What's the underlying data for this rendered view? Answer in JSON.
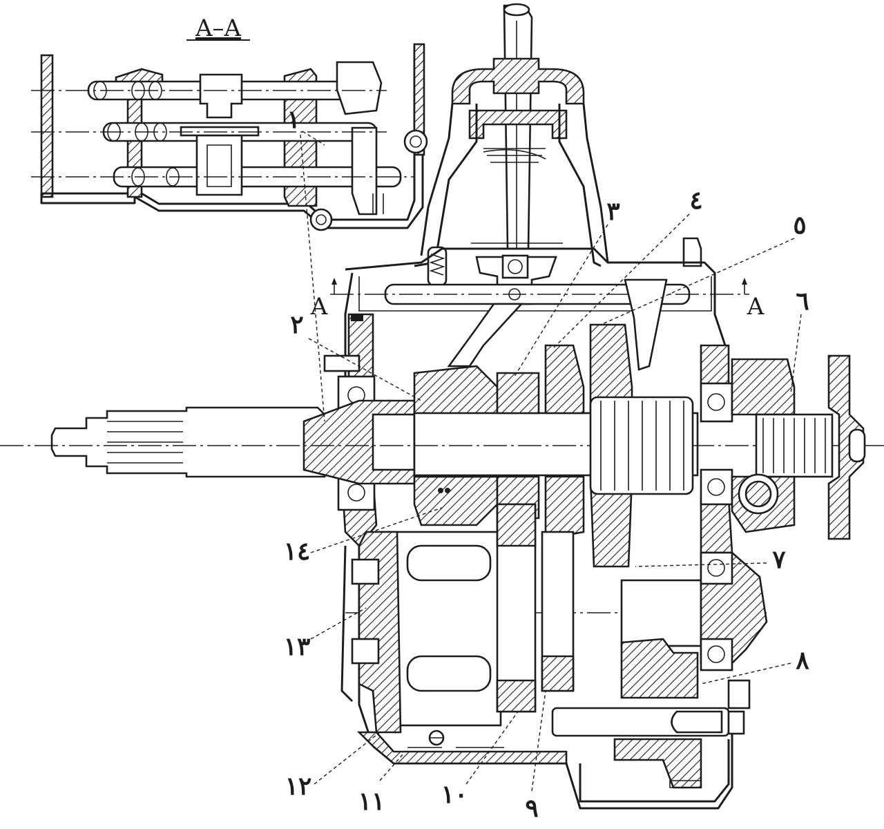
{
  "section_view_title": "A–A",
  "section_marks": {
    "left": "A",
    "right": "A"
  },
  "callouts": [
    {
      "id": "1",
      "label": "١"
    },
    {
      "id": "2",
      "label": "٢"
    },
    {
      "id": "3",
      "label": "٣"
    },
    {
      "id": "4",
      "label": "٤"
    },
    {
      "id": "5",
      "label": "٥"
    },
    {
      "id": "6",
      "label": "٦"
    },
    {
      "id": "7",
      "label": "٧"
    },
    {
      "id": "8",
      "label": "٨"
    },
    {
      "id": "9",
      "label": "٩"
    },
    {
      "id": "10",
      "label": "١٠"
    },
    {
      "id": "11",
      "label": "١١"
    },
    {
      "id": "12",
      "label": "١٢"
    },
    {
      "id": "13",
      "label": "١٣"
    },
    {
      "id": "14",
      "label": "١٤"
    }
  ]
}
